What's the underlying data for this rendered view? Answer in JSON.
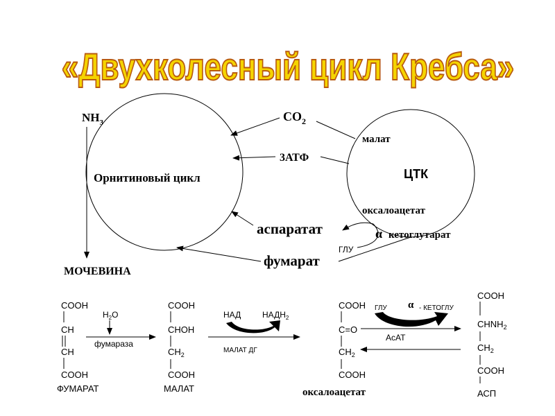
{
  "title": "«Двухколесный цикл Кребса»",
  "colors": {
    "title_fill": "#f5d400",
    "title_stroke": "#b85a10",
    "line": "#000000"
  },
  "cycle": {
    "nh3": "NH",
    "nh3_sub": "3",
    "co2": "CO",
    "co2_sub": "2",
    "atp": "3АТФ",
    "ornithine": "Орнитиновый  цикл",
    "tca": "ЦТК",
    "malate": "малат",
    "oxaloacetate": "оксалоацетат",
    "aspartate": "аспаратат",
    "alpha": "α",
    "ketoglutarate": "кетоглутарат",
    "glu": "ГЛУ",
    "fumarate": "фумарат",
    "urea": "МОЧЕВИНА"
  },
  "reaction1": {
    "left": [
      "COOH",
      "CH",
      "CH",
      "COOH"
    ],
    "left_name": "ФУМАРАТ",
    "water": "H",
    "water_sub": "2",
    "water_tail": "O",
    "enzyme": "фумараза",
    "right": [
      "COOH",
      "CHOH",
      "CH",
      "COOH"
    ],
    "right_ch2_sub": "2",
    "right_name": "МАЛАТ"
  },
  "reaction2": {
    "nad": "НАД",
    "nadh": "НАДН",
    "nadh_sub": "2",
    "enzyme": "МАЛАТ ДГ"
  },
  "reaction3": {
    "left": [
      "COOH",
      "C=O",
      "CH",
      "COOH"
    ],
    "left_ch2_sub": "2",
    "left_name": "оксалоацетат",
    "glu": "ГЛУ",
    "alpha": "α",
    "keto": "-  КЕТОГЛУ",
    "enzyme": "АсАТ",
    "right": [
      "COOH",
      "CHNH",
      "CH",
      "COOH"
    ],
    "right_nh_sub": "2",
    "right_ch2_sub": "2",
    "right_name": "АСП"
  }
}
